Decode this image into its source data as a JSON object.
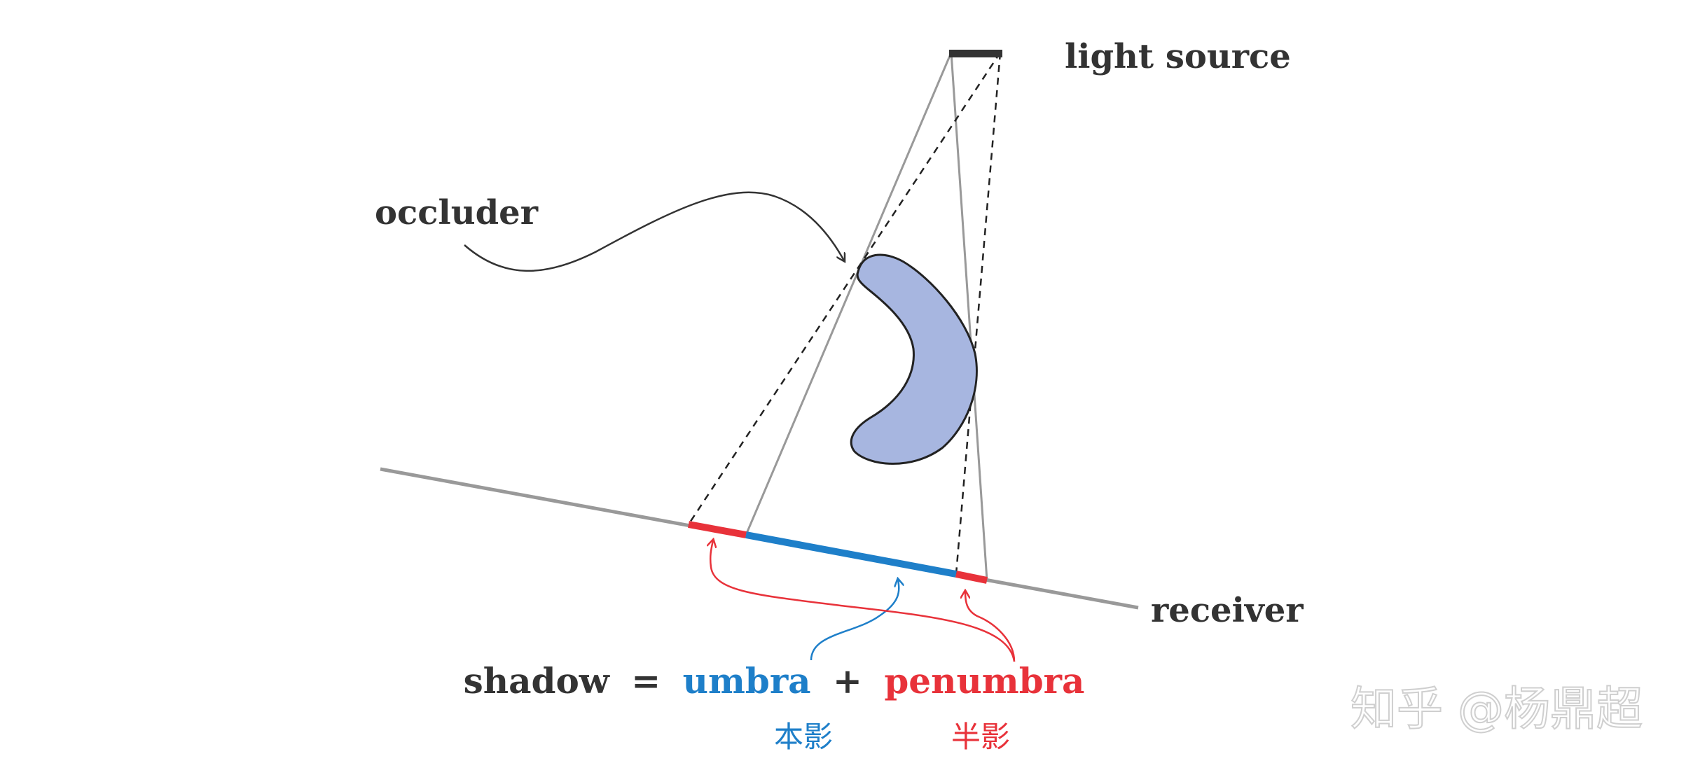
{
  "labels": {
    "light_source": "light source",
    "occluder": "occluder",
    "receiver": "receiver"
  },
  "equation": {
    "shadow": "shadow",
    "equals": "=",
    "umbra": "umbra",
    "plus": "+",
    "penumbra": "penumbra"
  },
  "translations": {
    "umbra_cn": "本影",
    "penumbra_cn": "半影"
  },
  "watermark": "知乎 @杨鼎超",
  "colors": {
    "umbra": "#1e7fc9",
    "penumbra": "#e8323a",
    "occluder_fill": "#a7b6e0",
    "text": "#333333",
    "receiver_line": "#999999",
    "ray": "#999999"
  }
}
